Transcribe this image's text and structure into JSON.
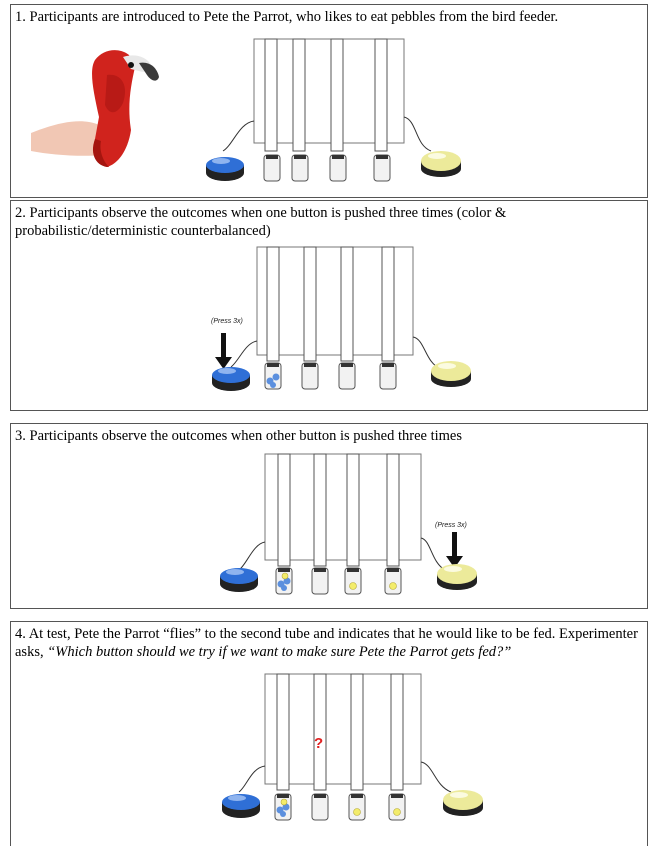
{
  "panels": [
    {
      "caption": "1. Participants are introduced to Pete the Parrot, who likes to eat pebbles from the bird feeder."
    },
    {
      "caption": "2. Participants observe the outcomes when one button is pushed three times (color & probabilistic/deterministic counterbalanced)",
      "press_label": "(Press 3x)"
    },
    {
      "caption": "3. Participants observe the outcomes when other button is pushed three times",
      "press_label": "(Press 3x)"
    },
    {
      "caption_plain": "4. At test, Pete the Parrot “flies” to the second tube and indicates that he would like to be fed. Experimenter asks, ",
      "caption_italic": "“Which button should we try if we want to make sure Pete the Parrot gets fed?”",
      "question_mark": "?"
    }
  ],
  "colors": {
    "blue_button": "#2f6fd6",
    "yellow_button": "#ecea9a",
    "pebble_blue": "#5b8fde",
    "pebble_yellow": "#f3ec6a",
    "parrot_red": "#d0231d",
    "question_red": "#e02020"
  }
}
